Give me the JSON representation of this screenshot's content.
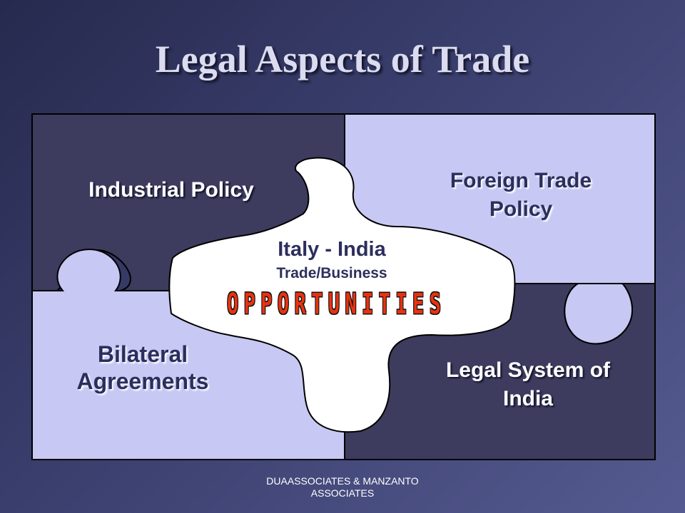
{
  "slide": {
    "title": "Legal Aspects of Trade",
    "footer_line1": "DUAASSOCIATES & MANZANTO",
    "footer_line2": "ASSOCIATES"
  },
  "puzzle": {
    "pieces": {
      "industrial_policy": "Industrial  Policy",
      "foreign_trade_line1": "Foreign Trade",
      "foreign_trade_line2": "Policy",
      "bilateral_line1": "Bilateral",
      "bilateral_line2": "Agreements",
      "legal_line1": "Legal System of",
      "legal_line2": "India"
    },
    "center": {
      "title": "Italy - India",
      "subtitle": "Trade/Business",
      "highlight": "OPPORTUNITIES"
    }
  },
  "colors": {
    "dark_piece": "#3d3c5e",
    "light_piece": "#c8c8f4",
    "center_piece": "#ffffff",
    "highlight": "#e8320f"
  }
}
